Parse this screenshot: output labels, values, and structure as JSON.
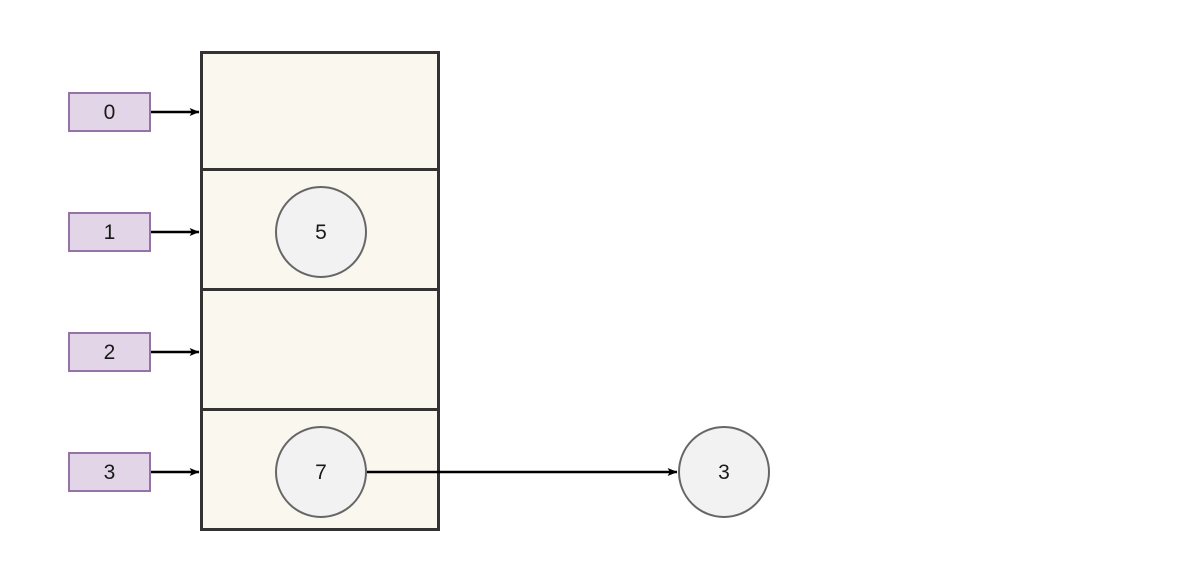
{
  "diagram": {
    "title": "hash-table-array-with-chained-nodes",
    "colors": {
      "page_background": "#ffffff",
      "index_box_fill": "#e1d5e7",
      "index_box_stroke": "#9673a6",
      "array_cell_fill": "#faf7ef",
      "array_stroke": "#333333",
      "node_fill": "#f2f2f2",
      "node_stroke": "#666666",
      "edge_stroke": "#000000",
      "text": "#1a1a1a"
    },
    "index_labels": [
      {
        "text": "0"
      },
      {
        "text": "1"
      },
      {
        "text": "2"
      },
      {
        "text": "3"
      }
    ],
    "array_cells": [
      {
        "index": "0",
        "value": ""
      },
      {
        "index": "1",
        "value": "5"
      },
      {
        "index": "2",
        "value": ""
      },
      {
        "index": "3",
        "value": "7"
      }
    ],
    "nodes": [
      {
        "id": "node-5",
        "label": "5"
      },
      {
        "id": "node-7",
        "label": "7"
      },
      {
        "id": "node-3",
        "label": "3"
      }
    ],
    "edges": [
      {
        "from": "index-0",
        "to": "cell-0"
      },
      {
        "from": "index-1",
        "to": "cell-1"
      },
      {
        "from": "index-2",
        "to": "cell-2"
      },
      {
        "from": "index-3",
        "to": "cell-3"
      },
      {
        "from": "node-7",
        "to": "node-3"
      }
    ]
  }
}
